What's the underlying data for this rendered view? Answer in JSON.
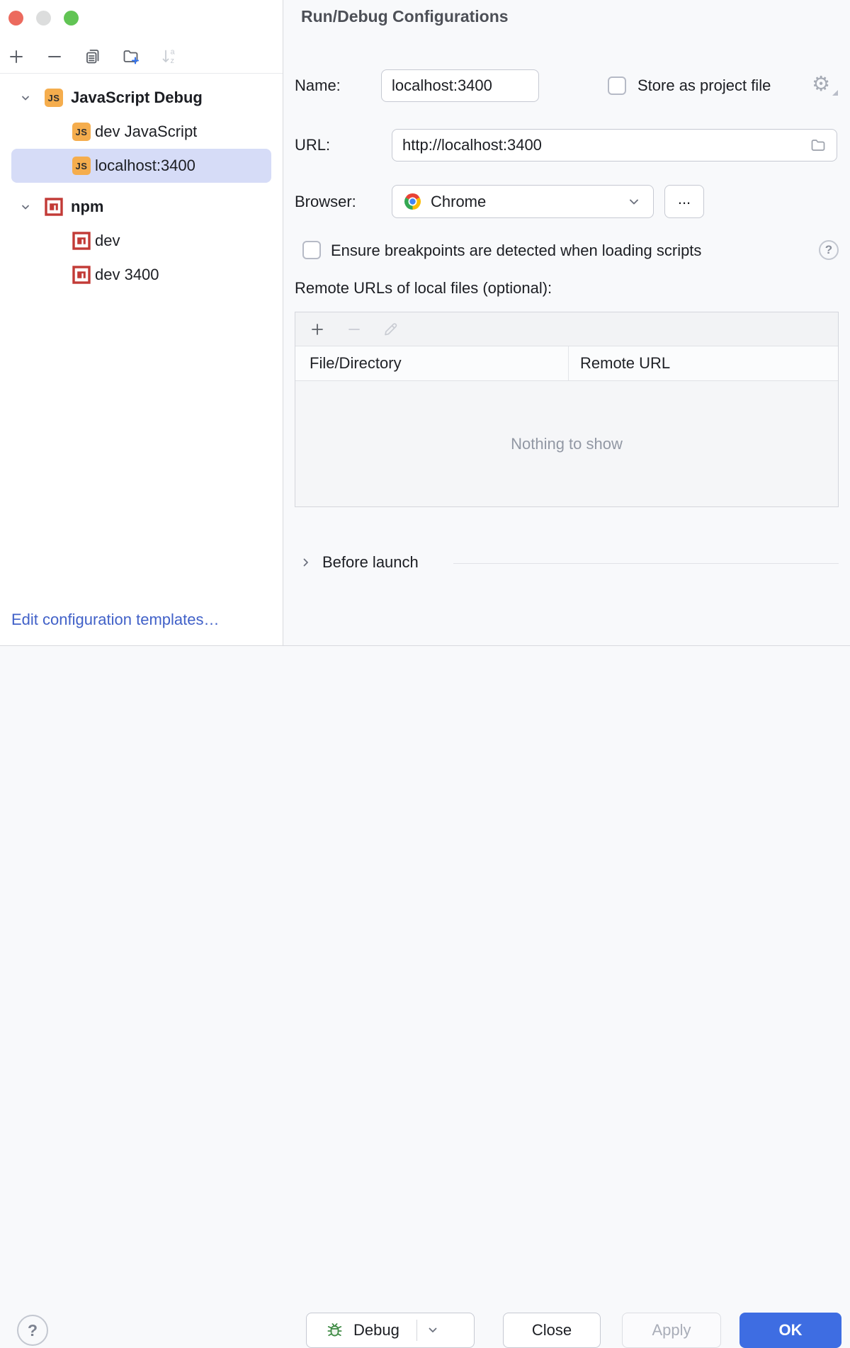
{
  "window": {
    "title": "Run/Debug Configurations"
  },
  "colors": {
    "accent_blue": "#3e6de2",
    "selection_bg": "#d6dcf7",
    "link_blue": "#4161c8",
    "js_badge_orange": "#f5ad4d",
    "npm_red": "#c23a36",
    "debug_green": "#3f8b45"
  },
  "icons": {
    "js_badge": "JS",
    "gear": "⚙",
    "help": "?",
    "toolbar": [
      "add-icon",
      "remove-icon",
      "copy-icon",
      "new-folder-icon",
      "sort-alphabetically-icon"
    ],
    "table_toolbar": [
      "add-icon",
      "remove-icon",
      "edit-pencil-icon"
    ]
  },
  "sidebar": {
    "tree": {
      "groups": [
        {
          "label": "JavaScript Debug",
          "icon": "js-badge",
          "expanded": true,
          "children": [
            {
              "label": "dev JavaScript",
              "selected": false
            },
            {
              "label": "localhost:3400",
              "selected": true
            }
          ]
        },
        {
          "label": "npm",
          "icon": "npm-badge",
          "expanded": true,
          "children": [
            {
              "label": "dev",
              "selected": false
            },
            {
              "label": "dev 3400",
              "selected": false
            }
          ]
        }
      ]
    },
    "edit_templates_link": "Edit configuration templates…"
  },
  "main": {
    "name": {
      "label": "Name:",
      "value": "localhost:3400"
    },
    "store": {
      "label": "Store as project file",
      "checked": false
    },
    "url": {
      "label": "URL:",
      "value": "http://localhost:3400"
    },
    "browser": {
      "label": "Browser:",
      "selected": "Chrome",
      "more_button": "..."
    },
    "breakpoints": {
      "label": "Ensure breakpoints are detected when loading scripts",
      "checked": false
    },
    "remote_urls_label": "Remote URLs of local files (optional):",
    "table": {
      "columns": [
        "File/Directory",
        "Remote URL"
      ],
      "rows": [],
      "empty_text": "Nothing to show"
    },
    "before_launch": {
      "label": "Before launch",
      "expanded": false
    }
  },
  "footer": {
    "debug": "Debug",
    "close": "Close",
    "apply": "Apply",
    "ok": "OK"
  }
}
